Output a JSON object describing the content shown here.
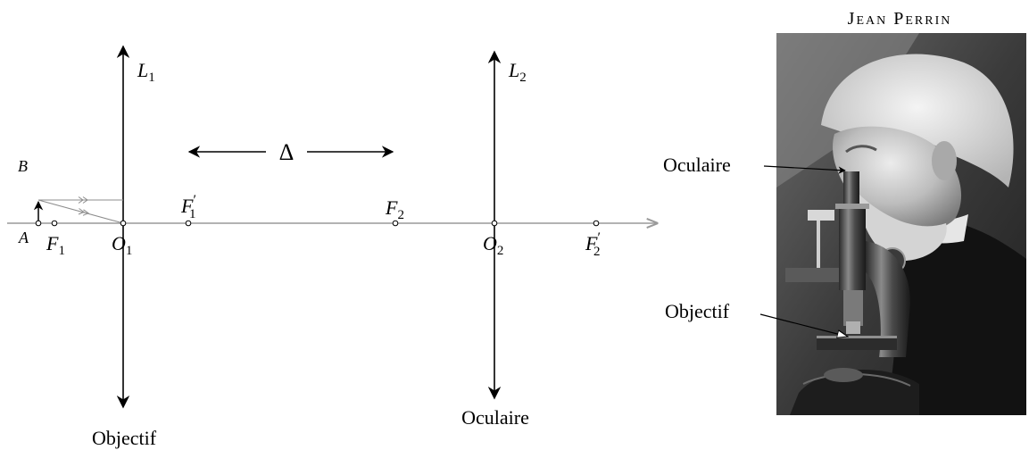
{
  "diagram": {
    "lens1": {
      "label": "L",
      "sub": "1",
      "caption": "Objectif",
      "center_label": "O",
      "center_sub": "1"
    },
    "lens2": {
      "label": "L",
      "sub": "2",
      "caption": "Oculaire",
      "center_label": "O",
      "center_sub": "2"
    },
    "interval": {
      "label": "Δ"
    },
    "points": {
      "A": "A",
      "B": "B",
      "F1": {
        "label": "F",
        "sub": "1"
      },
      "F1p": {
        "label": "F",
        "sub": "1",
        "prime": "′"
      },
      "F2": {
        "label": "F",
        "sub": "2"
      },
      "F2p": {
        "label": "F",
        "sub": "2",
        "prime": "′"
      }
    }
  },
  "photo": {
    "title": "Jean Perrin",
    "annotation_ocular": "Oculaire",
    "annotation_objective": "Objectif"
  },
  "colors": {
    "ink": "#000000",
    "axis_gray": "#9a9a9a",
    "ray_gray": "#8c8c8c"
  }
}
